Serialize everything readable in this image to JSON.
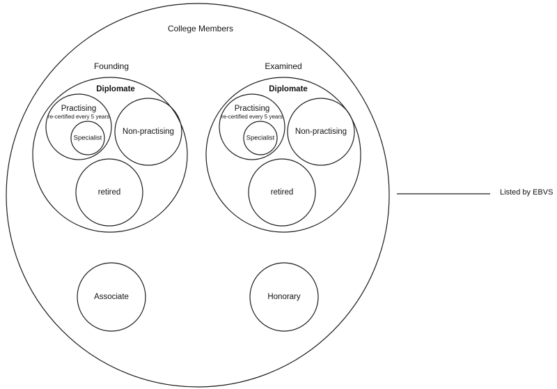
{
  "diagram": {
    "title": "College Members",
    "founding": {
      "label": "Founding",
      "diplomate": "Diplomate",
      "practising": "Practising",
      "recertified": "re-certified every 5 years",
      "specialist": "Specialist",
      "non_practising": "Non-practising",
      "retired": "retired"
    },
    "examined": {
      "label": "Examined",
      "diplomate": "Diplomate",
      "practising": "Practising",
      "recertified": "re-certified every 5 years",
      "specialist": "Specialist",
      "non_practising": "Non-practising",
      "retired": "retired"
    },
    "associate": "Associate",
    "honorary": "Honorary",
    "listed_note": "Listed by EBVS"
  }
}
